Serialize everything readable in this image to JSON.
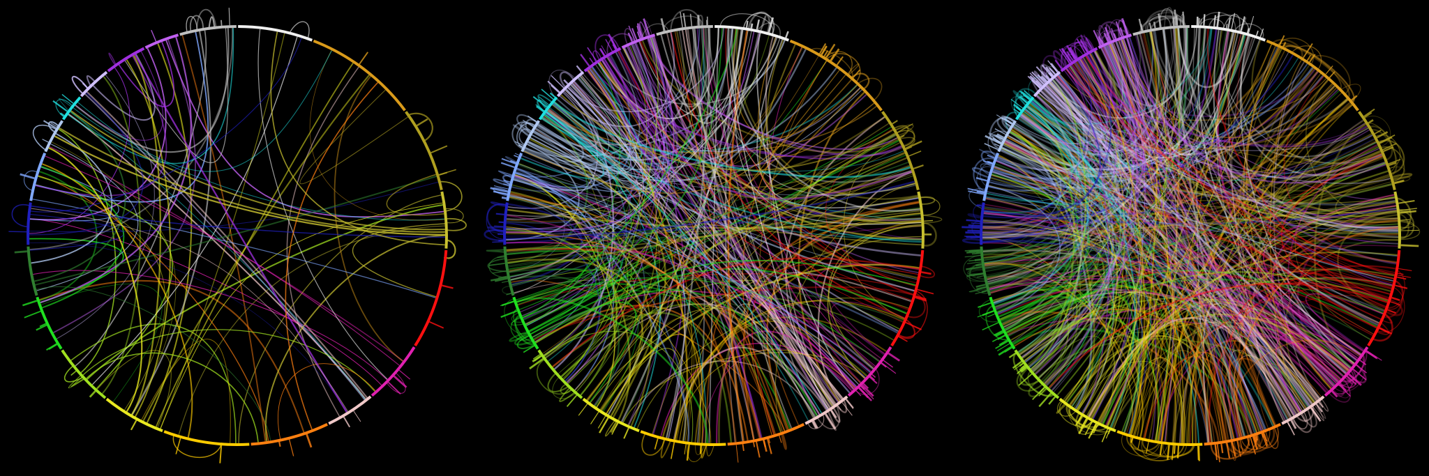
{
  "figure": {
    "background": "#000000",
    "description_free": true
  },
  "segments": [
    {
      "id": "white",
      "color": "#f0f0f0"
    },
    {
      "id": "orange-gold",
      "color": "#d99a1a"
    },
    {
      "id": "olive",
      "color": "#b0a020"
    },
    {
      "id": "yellow-olive",
      "color": "#c8c030"
    },
    {
      "id": "red",
      "color": "#ff1010"
    },
    {
      "id": "magenta",
      "color": "#e020b0"
    },
    {
      "id": "pink",
      "color": "#f0c8c8"
    },
    {
      "id": "orange",
      "color": "#ff8010"
    },
    {
      "id": "gold",
      "color": "#ffcc00"
    },
    {
      "id": "yellow",
      "color": "#e8e820"
    },
    {
      "id": "yellow-green",
      "color": "#a0e020"
    },
    {
      "id": "green",
      "color": "#20e020"
    },
    {
      "id": "dark-green",
      "color": "#308030"
    },
    {
      "id": "blue",
      "color": "#2020c0"
    },
    {
      "id": "light-blue",
      "color": "#80a8ff"
    },
    {
      "id": "pale-blue",
      "color": "#b0c8f0"
    },
    {
      "id": "cyan",
      "color": "#20e0e0"
    },
    {
      "id": "lavender",
      "color": "#d0c0ff"
    },
    {
      "id": "purple",
      "color": "#a030e0"
    },
    {
      "id": "violet",
      "color": "#c060f0"
    },
    {
      "id": "silver",
      "color": "#c0c0c0"
    }
  ],
  "panels": [
    {
      "name": "sparse",
      "link_count": 110,
      "seed": 7,
      "opacity": 0.75,
      "stroke_width": 1.3
    },
    {
      "name": "medium",
      "link_count": 420,
      "seed": 19,
      "opacity": 0.55,
      "stroke_width": 1.5
    },
    {
      "name": "dense",
      "link_count": 720,
      "seed": 31,
      "opacity": 0.45,
      "stroke_width": 1.6
    }
  ]
}
